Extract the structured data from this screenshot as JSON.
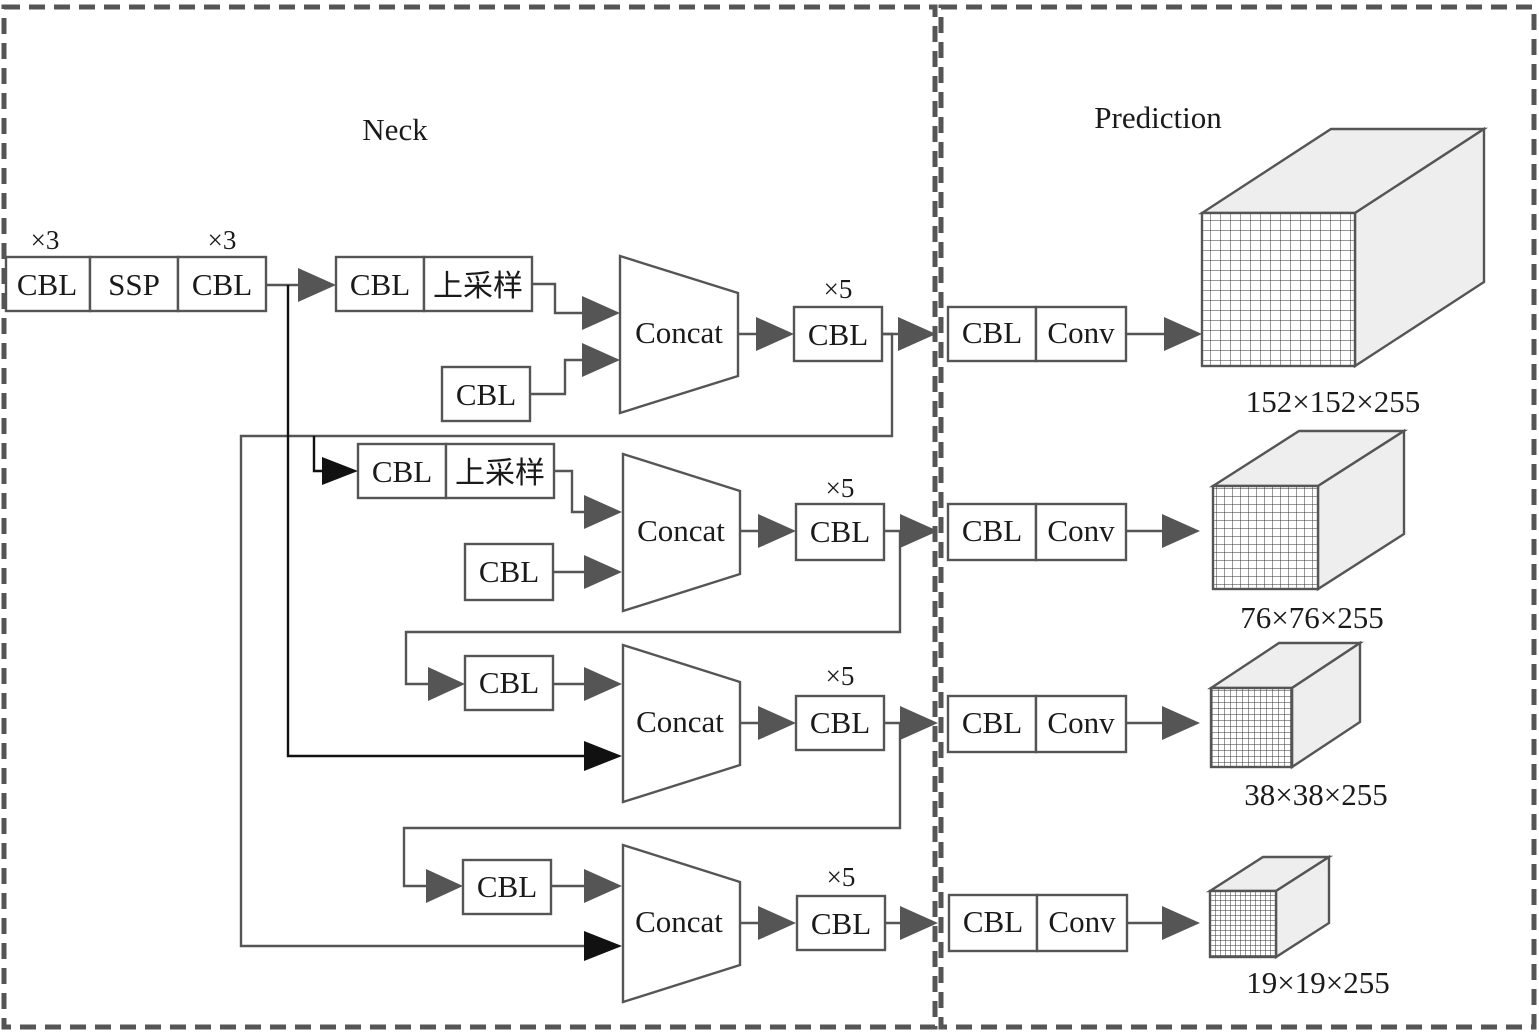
{
  "sections": {
    "neck": "Neck",
    "prediction": "Prediction"
  },
  "top_chain": {
    "cbl_a": "CBL",
    "ssp": "SSP",
    "cbl_b": "CBL",
    "mult_a": "×3",
    "mult_b": "×3"
  },
  "labels": {
    "cbl": "CBL",
    "upsample": "上采样",
    "concat": "Concat",
    "conv": "Conv",
    "x5": "×5"
  },
  "outputs": [
    {
      "size": "152×152×255"
    },
    {
      "size": "76×76×255"
    },
    {
      "size": "38×38×255"
    },
    {
      "size": "19×19×255"
    }
  ],
  "colors": {
    "line": "#555555",
    "dark_line": "#111111",
    "cube_face": "#eeeeee"
  }
}
